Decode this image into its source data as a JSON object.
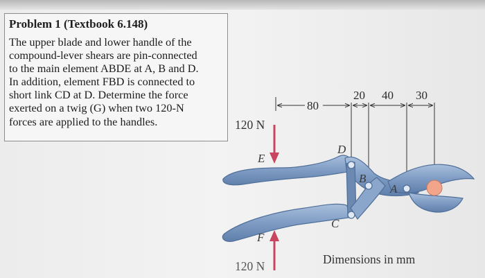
{
  "problem": {
    "title": "Problem 1 (Textbook 6.148)",
    "lines": [
      "The upper blade and lower handle of the",
      "compound-lever shears are pin-connected",
      "to the main element ABDE at A, B and D.",
      "In addition, element FBD is connected to",
      "short link CD at D. Determine the force",
      "exerted on a twig (G) when two 120-N",
      "forces are applied to the handles."
    ]
  },
  "figure": {
    "force_top": "120 N",
    "force_bottom": "120 N",
    "dim_80": "80",
    "dim_20": "20",
    "dim_40": "40",
    "dim_30": "30",
    "label_E": "E",
    "label_F": "F",
    "label_D": "D",
    "label_B": "B",
    "label_A": "A",
    "label_C": "C",
    "units_note": "Dimensions in mm",
    "colors": {
      "steel": "#7f9cc4",
      "steel_dark": "#4f6f99",
      "arrow": "#c9445e",
      "twig": "#f2a58a"
    }
  }
}
